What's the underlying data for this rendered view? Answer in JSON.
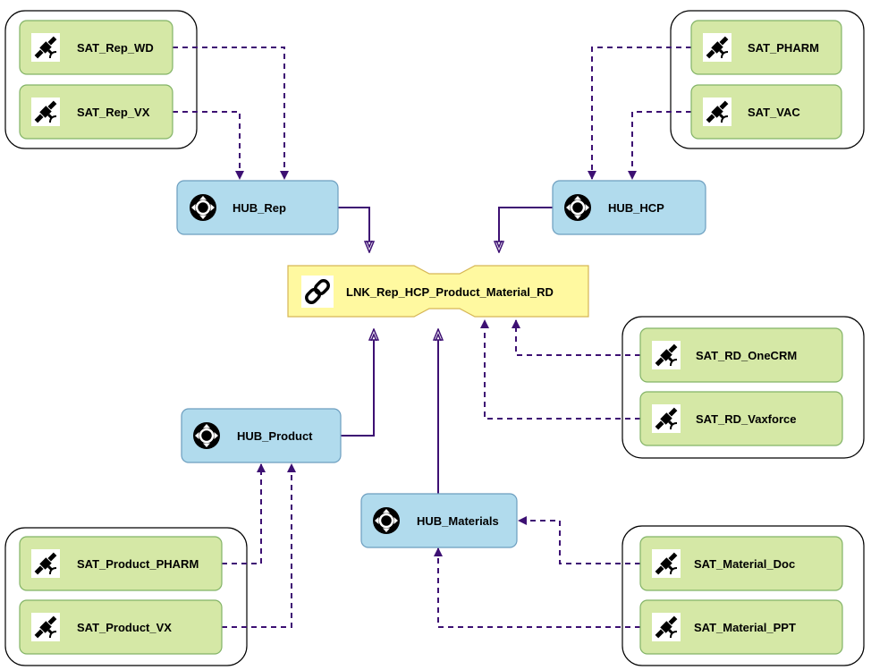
{
  "colors": {
    "satellite_fill": "#d5e8a6",
    "satellite_stroke": "#82b366",
    "hub_fill": "#b1dbed",
    "hub_stroke": "#6c9ebf",
    "link_fill": "#fff9a0",
    "link_stroke": "#d6b656",
    "edge": "#3d1073",
    "group_stroke": "#000000"
  },
  "icons": {
    "satellite": "satellite-icon",
    "hub": "move-arrows-icon",
    "link": "chain-link-icon"
  },
  "link": {
    "label": "LNK_Rep_HCP_Product_Material_RD"
  },
  "hubs": {
    "rep": "HUB_Rep",
    "hcp": "HUB_HCP",
    "product": "HUB_Product",
    "materials": "HUB_Materials"
  },
  "satellites": {
    "rep_wd": "SAT_Rep_WD",
    "rep_vx": "SAT_Rep_VX",
    "pharm": "SAT_PHARM",
    "vac": "SAT_VAC",
    "rd_onecrm": "SAT_RD_OneCRM",
    "rd_vaxforce": "SAT_RD_Vaxforce",
    "product_pharm": "SAT_Product_PHARM",
    "product_vx": "SAT_Product_VX",
    "material_doc": "SAT_Material_Doc",
    "material_ppt": "SAT_Material_PPT"
  }
}
